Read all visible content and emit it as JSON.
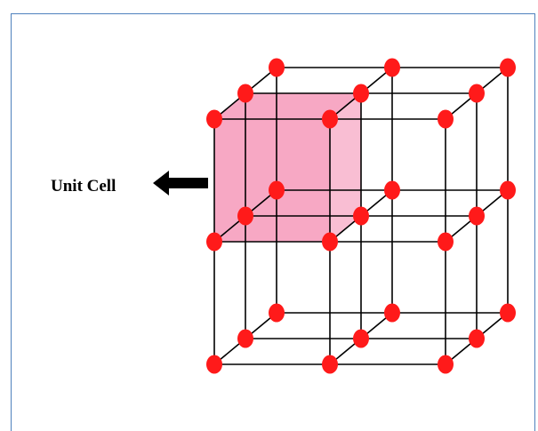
{
  "diagram": {
    "label": "Unit Cell",
    "colors": {
      "atom": "#ff1a1a",
      "edge": "#000000",
      "unit_cell_face": "#f7a8c4",
      "frame": "#4f81bd"
    },
    "lattice": {
      "nx": 3,
      "ny": 3,
      "nz": 3
    }
  }
}
